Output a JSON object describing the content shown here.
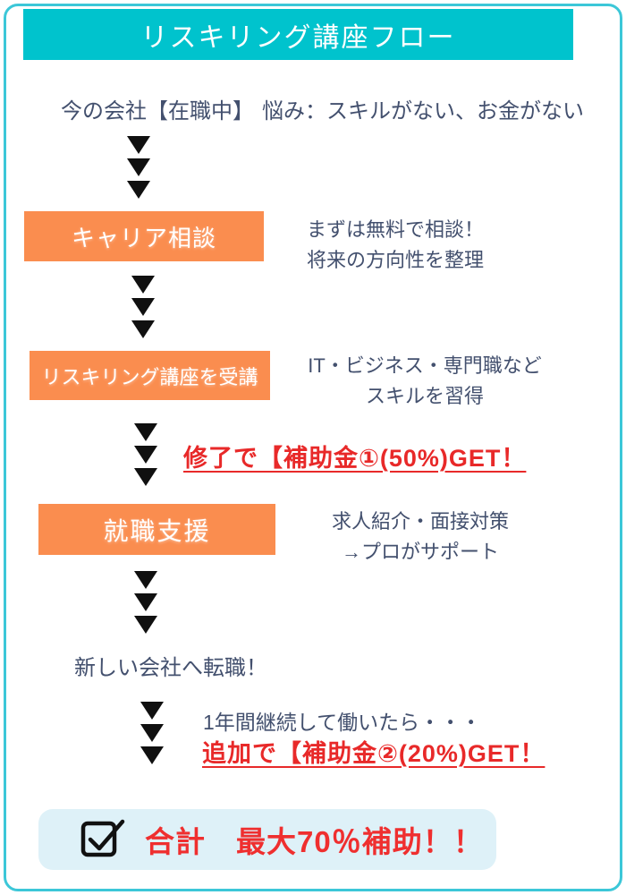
{
  "page": {
    "title": "リスキリング講座フロー"
  },
  "colors": {
    "header_teal": "#00c3cd",
    "border_teal": "#3cc7d8",
    "step_orange": "#fa8d4f",
    "body_slate": "#43506e",
    "highlight_red": "#e82929",
    "summary_bg_lightblue": "#def1f8",
    "arrow_black": "#101010"
  },
  "icons": {
    "down_arrows": "▼▼▼ triple down-arrow",
    "checkbox": "☑ checked checkbox"
  },
  "flow": {
    "start": {
      "label": "今の会社【在職中】",
      "note": "悩み：スキルがない、お金がない"
    },
    "steps": [
      {
        "box": "キャリア相談",
        "desc_line1": "まずは無料で相談！",
        "desc_line2": "将来の方向性を整理"
      },
      {
        "box": "リスキリング講座を受講",
        "desc_line1": "IT・ビジネス・専門職など",
        "desc_line2": "スキルを習得"
      },
      {
        "box": "就職支援",
        "desc_line1": "求人紹介・面接対策",
        "desc_line2": "→プロがサポート"
      }
    ],
    "bonus1": "修了で【補助金①(50%)GET！",
    "goal": "新しい会社へ転職！",
    "after_line": "1年間継続して働いたら・・・",
    "bonus2": "追加で【補助金②(20%)GET！",
    "summary": "合計　最大70％補助！！"
  }
}
